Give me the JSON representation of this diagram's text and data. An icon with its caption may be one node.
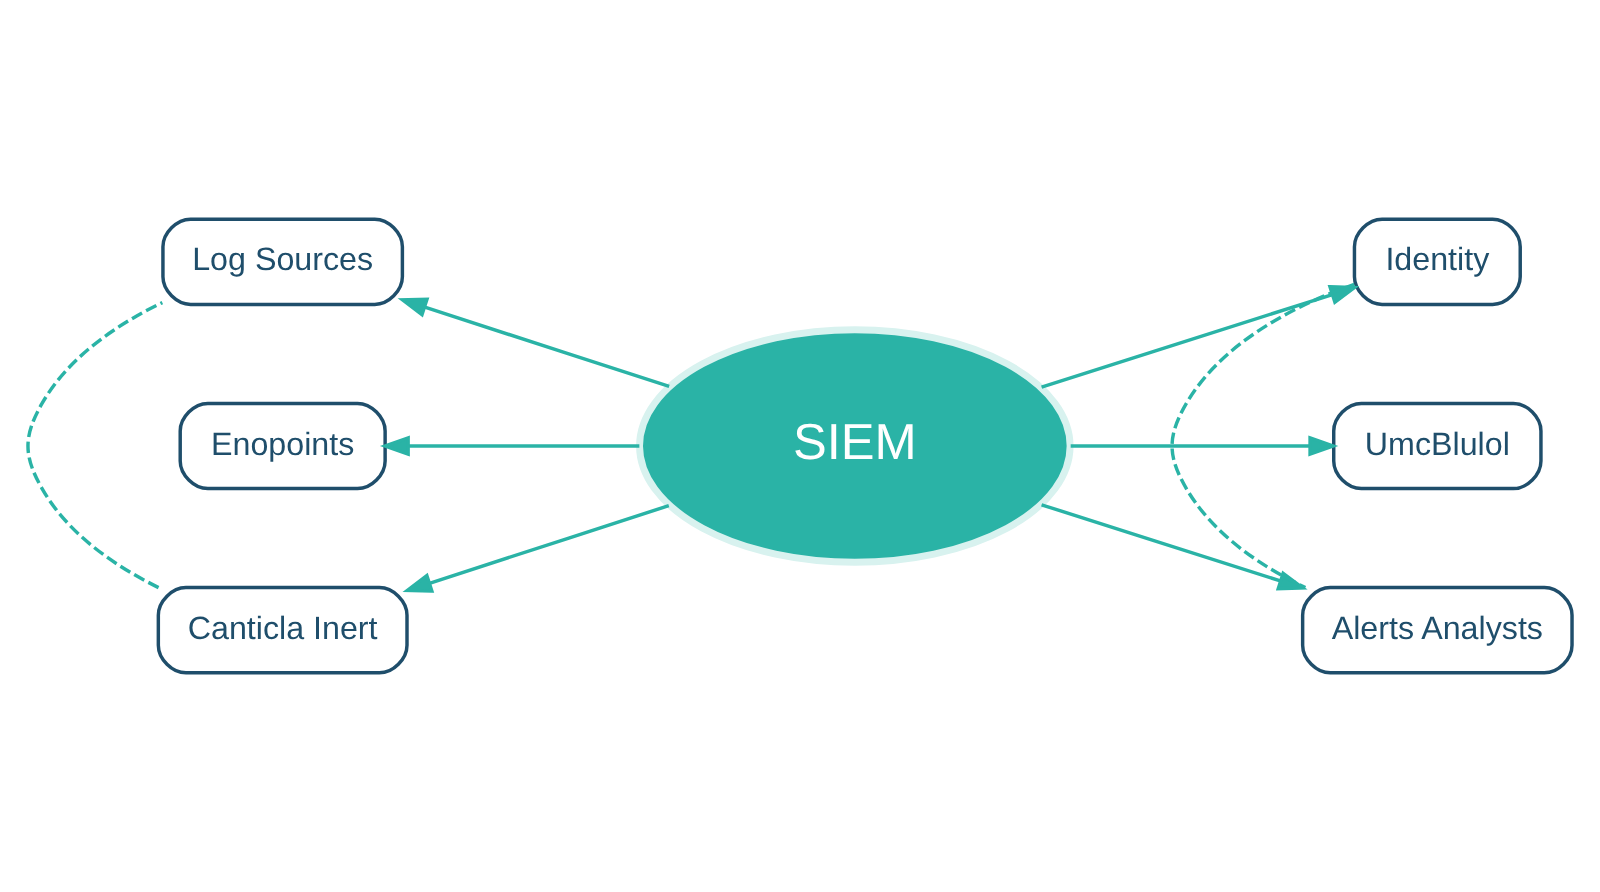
{
  "diagram": {
    "nodes": [
      {
        "text": [
          "SIEM"
        ]
      },
      {
        "text": [
          "Log Sources"
        ]
      },
      {
        "text": [
          "Identity"
        ]
      },
      {
        "text": [
          "Enopoints"
        ]
      },
      {
        "text": [
          "UmcBlulol"
        ]
      },
      {
        "text": [
          "Canticla Inert"
        ]
      },
      {
        "text": [
          "Alerts Analysts"
        ]
      }
    ],
    "edges": [
      {
        "from": 0,
        "to": 1,
        "arrow": "to"
      },
      {
        "from": 0,
        "to": 2,
        "arrow": "to"
      },
      {
        "from": 0,
        "to": 3,
        "arrow": "to"
      },
      {
        "from": 0,
        "to": 4,
        "arrow": "to"
      },
      {
        "from": 0,
        "to": 5,
        "arrow": "to"
      },
      {
        "from": 0,
        "to": 6,
        "arrow": "to"
      },
      {
        "from": 1,
        "to": 5,
        "arrow": "none",
        "style": "dashed"
      },
      {
        "from": 2,
        "to": 6,
        "arrow": "none",
        "style": "dashed"
      }
    ]
  }
}
